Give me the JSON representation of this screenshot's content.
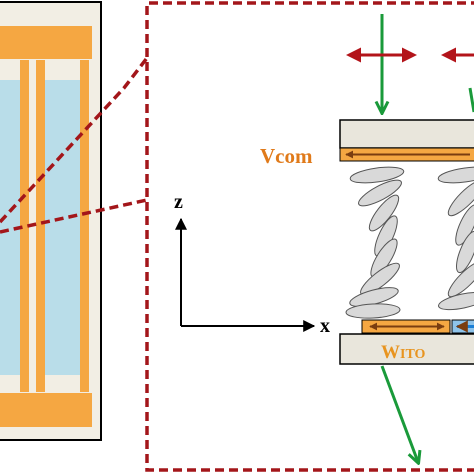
{
  "labels": {
    "vcom": "Vcom",
    "wito_w": "W",
    "wito_sub": "ITO",
    "axis_z": "z",
    "axis_x": "x"
  },
  "colors": {
    "electrode": "#f5a742",
    "electrode_dark": "#c9741d",
    "lc_channel": "#b9dde9",
    "panel_bg": "#f2eee4",
    "substrate": "#e9e6dc",
    "frame_red": "#a3161a",
    "vcom_text": "#e07a1a",
    "wito_text": "#e8941f",
    "arrow_green": "#1a9a3a",
    "arrow_red": "#b3141a",
    "arrow_blue": "#1a7fd6",
    "lc_molecule": "#d9d9d9"
  }
}
